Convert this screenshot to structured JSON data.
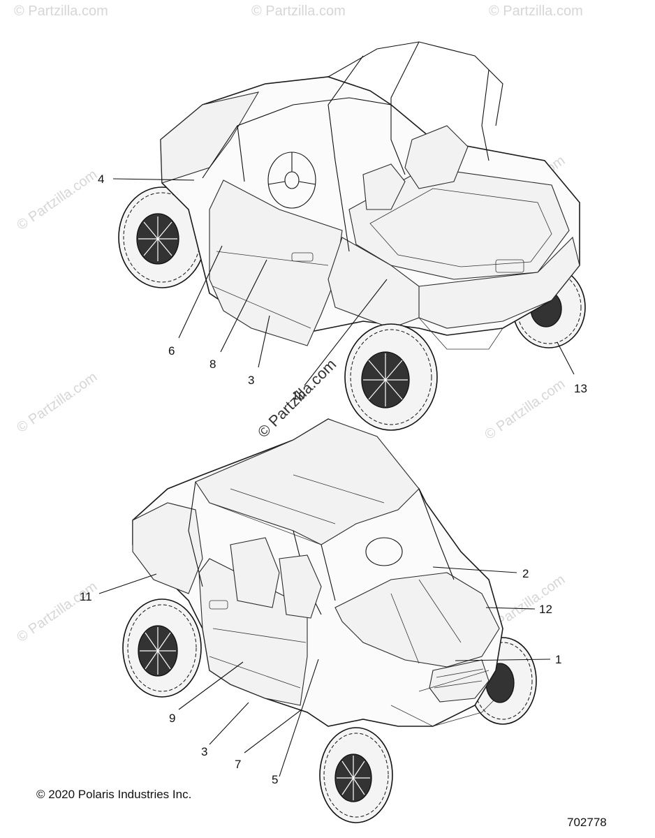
{
  "watermarks": {
    "repeat_text": "© Partzilla.com",
    "center_text": "© Partzilla.com"
  },
  "callouts": {
    "c1": "1",
    "c2": "2",
    "c3_top": "3",
    "c3_bottom": "3",
    "c4": "4",
    "c5": "5",
    "c6": "6",
    "c7": "7",
    "c8": "8",
    "c9": "9",
    "c10": "10",
    "c11": "11",
    "c12": "12",
    "c13": "13"
  },
  "footer": {
    "copyright": "© 2020 Polaris Industries Inc.",
    "diagram_number": "702778"
  }
}
